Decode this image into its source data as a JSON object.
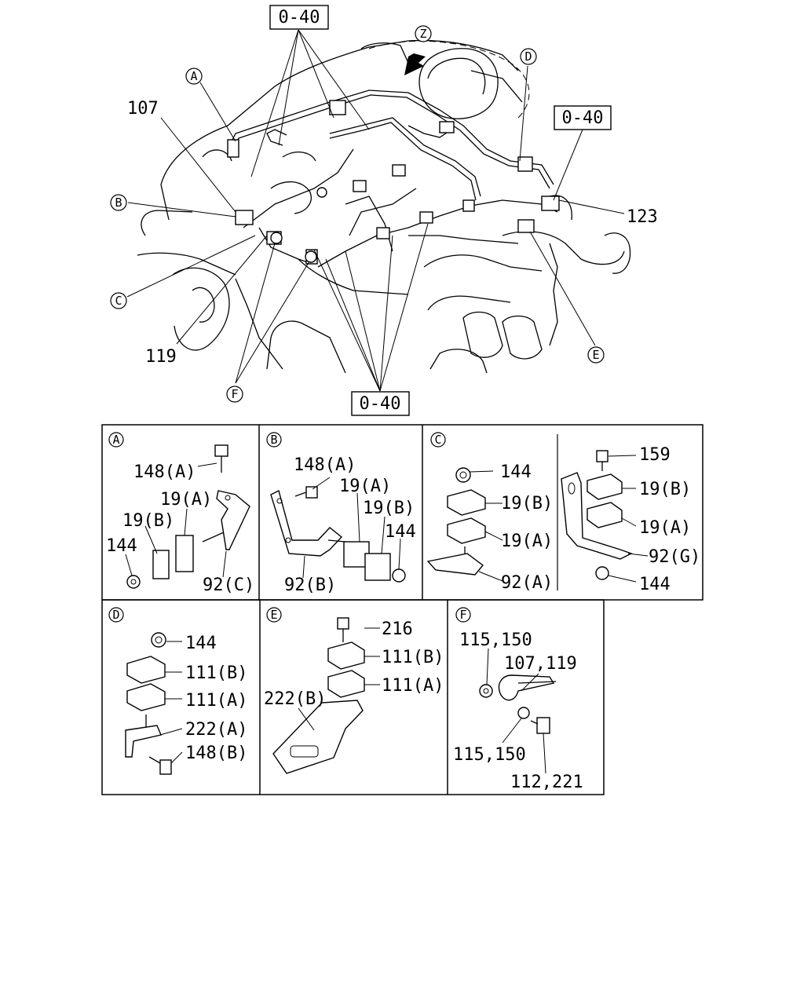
{
  "top": {
    "refs": [
      "0-40",
      "0-40",
      "0-40"
    ],
    "callouts": {
      "A": "A",
      "B": "B",
      "C": "C",
      "D": "D",
      "E": "E",
      "F": "F",
      "Z": "Z"
    },
    "numbers": {
      "p107": "107",
      "p119": "119",
      "p123": "123"
    }
  },
  "panels": {
    "A": {
      "tag": "A",
      "labels": [
        "148(A)",
        "19(A)",
        "19(B)",
        "144",
        "92(C)"
      ]
    },
    "B": {
      "tag": "B",
      "labels": [
        "148(A)",
        "19(A)",
        "19(B)",
        "144",
        "92(B)"
      ]
    },
    "C": {
      "tag": "C",
      "labels": [
        "144",
        "19(B)",
        "19(A)",
        "92(A)",
        "159",
        "19(B)",
        "19(A)",
        "92(G)",
        "144"
      ]
    },
    "D": {
      "tag": "D",
      "labels": [
        "144",
        "111(B)",
        "111(A)",
        "222(A)",
        "148(B)"
      ]
    },
    "E": {
      "tag": "E",
      "labels": [
        "216",
        "111(B)",
        "111(A)",
        "222(B)"
      ]
    },
    "F": {
      "tag": "F",
      "labels": [
        "115,150",
        "107,119",
        "115,150",
        "112,221"
      ]
    }
  }
}
